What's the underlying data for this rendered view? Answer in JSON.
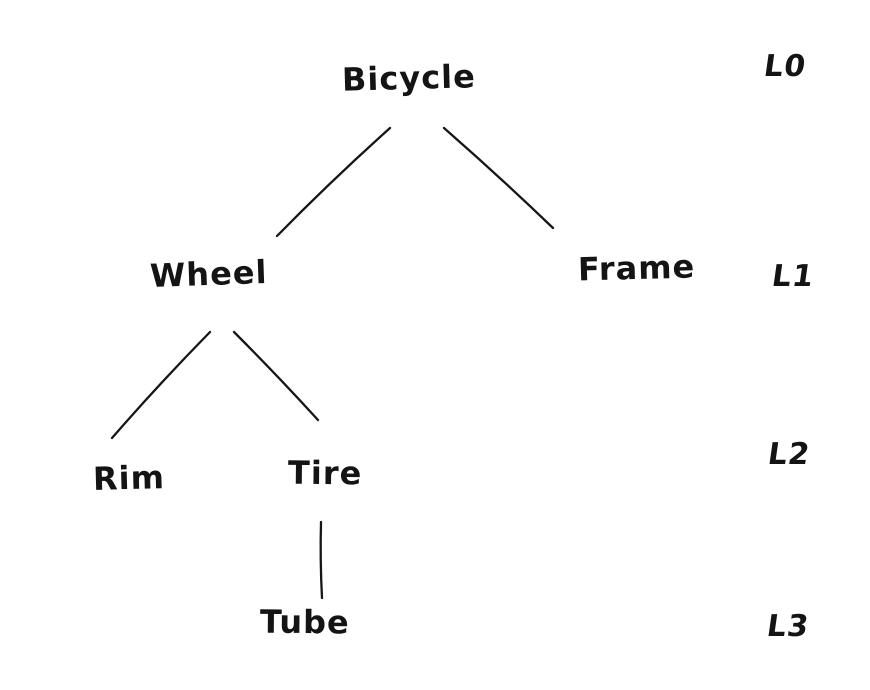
{
  "diagram": {
    "type": "tree",
    "background_color": "#ffffff",
    "ink_color": "#161616",
    "nodes": [
      {
        "label": "Bicycle",
        "level": 0,
        "parent": null
      },
      {
        "label": "Wheel",
        "level": 1,
        "parent": "Bicycle"
      },
      {
        "label": "Frame",
        "level": 1,
        "parent": "Bicycle"
      },
      {
        "label": "Rim",
        "level": 2,
        "parent": "Wheel"
      },
      {
        "label": "Tire",
        "level": 2,
        "parent": "Wheel"
      },
      {
        "label": "Tube",
        "level": 3,
        "parent": "Tire"
      }
    ],
    "edges": [
      {
        "from": "Bicycle",
        "to": "Wheel"
      },
      {
        "from": "Bicycle",
        "to": "Frame"
      },
      {
        "from": "Wheel",
        "to": "Rim"
      },
      {
        "from": "Wheel",
        "to": "Tire"
      },
      {
        "from": "Tire",
        "to": "Tube"
      }
    ],
    "level_labels": [
      "L0",
      "L1",
      "L2",
      "L3"
    ]
  }
}
